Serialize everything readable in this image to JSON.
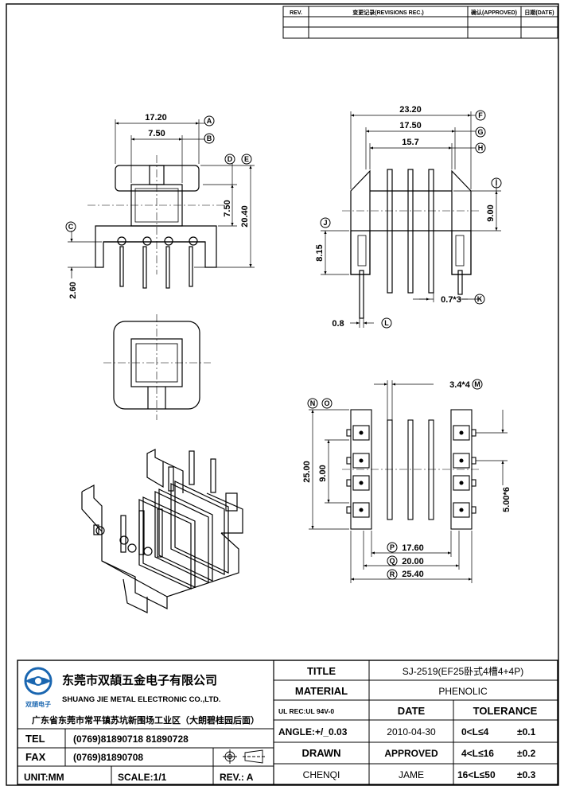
{
  "revision_table": {
    "headers": [
      "REV.",
      "变更记录(REVISIONS REC.)",
      "确认(APPROVED)",
      "日期(DATE)"
    ]
  },
  "dims": {
    "d_17_20": "17.20",
    "d_7_50_top": "7.50",
    "d_7_50_side": "7.50",
    "d_20_40": "20.40",
    "d_2_60": "2.60",
    "d_23_20": "23.20",
    "d_17_50": "17.50",
    "d_15_7": "15.7",
    "d_9_00": "9.00",
    "d_8_15": "8.15",
    "d_0_7x3": "0.7*3",
    "d_0_8": "0.8",
    "d_3_4x4": "3.4*4",
    "d_25_00": "25.00",
    "d_9_00_b": "9.00",
    "d_5_00x6": "5.00*6",
    "d_17_60": "17.60",
    "d_20_00": "20.00",
    "d_25_40": "25.40"
  },
  "markers": {
    "A": "A",
    "B": "B",
    "C": "C",
    "D": "D",
    "E": "E",
    "F": "F",
    "G": "G",
    "H": "H",
    "I": "I",
    "J": "J",
    "K": "K",
    "L": "L",
    "M": "M",
    "N": "N",
    "O": "O",
    "P": "P",
    "Q": "Q",
    "R": "R"
  },
  "title_block": {
    "company_cn": "东莞市双頡五金电子有限公司",
    "company_en": "SHUANG JIE METAL ELECTRONIC CO.,LTD.",
    "logo_caption": "双頡电子",
    "address": "广东省东莞市常平镇苏坑新围场工业区（大朗碧桂园后面）",
    "tel_label": "TEL",
    "tel_value": "(0769)81890718  81890728",
    "fax_label": "FAX",
    "fax_value": "(0769)81890708",
    "unit": "UNIT:MM",
    "scale": "SCALE:1/1",
    "rev": "REV.: A",
    "title_label": "TITLE",
    "title_value": "SJ-2519(EF25卧式4槽4+4P)",
    "material_label": "MATERIAL",
    "material_value": "PHENOLIC",
    "ul_rec": "UL REC:UL 94V-0",
    "date_label": "DATE",
    "tolerance_label": "TOLERANCE",
    "angle": "ANGLE:+/_0.03",
    "date_value": "2010-04-30",
    "tol1_range": "0<L≤4",
    "tol1_value": "±0.1",
    "drawn_label": "DRAWN",
    "approved_label": "APPROVED",
    "tol2_range": "4<L≤16",
    "tol2_value": "±0.2",
    "drawn_value": "CHENQI",
    "approved_value": "JAME",
    "tol3_range": "16<L≤50",
    "tol3_value": "±0.3"
  }
}
